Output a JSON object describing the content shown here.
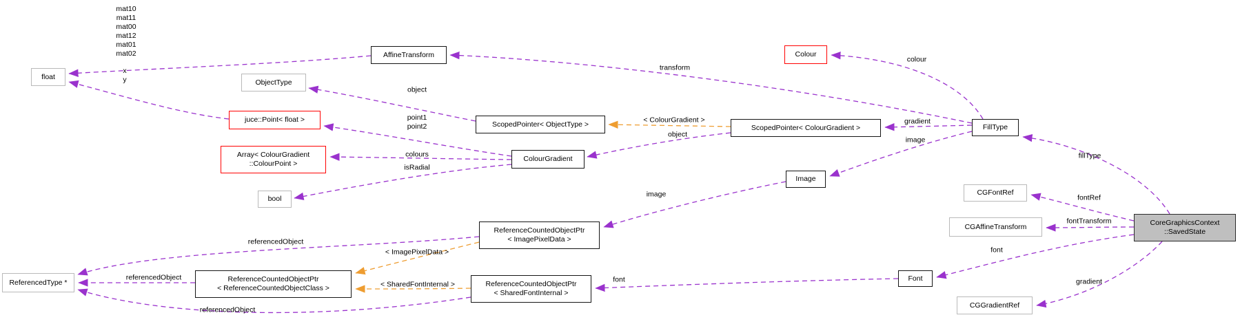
{
  "diagram": {
    "type": "doxygen-collaboration-graph",
    "title": "CoreGraphicsContext::SavedState collaboration diagram",
    "colors": {
      "usage_edge": "#9a32cd",
      "template_edge": "#ee9d31",
      "node_border": "#141414",
      "external_node_border": "#b9b9b9",
      "truncated_node_border": "#ff0000",
      "current_node_fill": "#bfbfbf",
      "node_fill": "#ffffff",
      "background": "#ffffff",
      "text": "#000000"
    },
    "nodes": [
      {
        "id": "float",
        "label": "float",
        "style": "external"
      },
      {
        "id": "object-type",
        "label": "ObjectType",
        "style": "external"
      },
      {
        "id": "juce-point-float",
        "label": "juce::Point< float >",
        "style": "truncated"
      },
      {
        "id": "array-colour-point",
        "label": "Array< ColourGradient\n::ColourPoint >",
        "style": "truncated"
      },
      {
        "id": "bool",
        "label": "bool",
        "style": "external"
      },
      {
        "id": "affine-transform",
        "label": "AffineTransform",
        "style": "normal"
      },
      {
        "id": "scoped-pointer-object-type",
        "label": "ScopedPointer< ObjectType >",
        "style": "normal"
      },
      {
        "id": "colour-gradient",
        "label": "ColourGradient",
        "style": "normal"
      },
      {
        "id": "scoped-pointer-colour-gradient",
        "label": "ScopedPointer< ColourGradient >",
        "style": "normal"
      },
      {
        "id": "colour",
        "label": "Colour",
        "style": "truncated"
      },
      {
        "id": "fill-type",
        "label": "FillType",
        "style": "normal"
      },
      {
        "id": "image",
        "label": "Image",
        "style": "normal"
      },
      {
        "id": "ref-ptr-image-pixel-data",
        "label": "ReferenceCountedObjectPtr\n< ImagePixelData >",
        "style": "normal"
      },
      {
        "id": "ref-ptr-ref-counted-object-class",
        "label": "ReferenceCountedObjectPtr\n< ReferenceCountedObjectClass >",
        "style": "normal"
      },
      {
        "id": "ref-ptr-shared-font-internal",
        "label": "ReferenceCountedObjectPtr\n< SharedFontInternal >",
        "style": "normal"
      },
      {
        "id": "referenced-type",
        "label": "ReferencedType *",
        "style": "external"
      },
      {
        "id": "cg-font-ref",
        "label": "CGFontRef",
        "style": "external"
      },
      {
        "id": "cg-affine-transform",
        "label": "CGAffineTransform",
        "style": "external"
      },
      {
        "id": "font",
        "label": "Font",
        "style": "normal"
      },
      {
        "id": "cg-gradient-ref",
        "label": "CGGradientRef",
        "style": "external"
      },
      {
        "id": "saved-state",
        "label": "CoreGraphicsContext\n::SavedState",
        "style": "current"
      }
    ],
    "edges": [
      {
        "id": "e-mats",
        "from": "affine-transform",
        "to": "float",
        "label": "mat10\nmat11\nmat00\nmat12\nmat01\nmat02",
        "kind": "usage"
      },
      {
        "id": "e-xy",
        "from": "juce-point-float",
        "to": "float",
        "label": "x\ny",
        "kind": "usage"
      },
      {
        "id": "e-object1",
        "from": "scoped-pointer-object-type",
        "to": "object-type",
        "label": "object",
        "kind": "usage"
      },
      {
        "id": "e-points",
        "from": "colour-gradient",
        "to": "juce-point-float",
        "label": "point1\npoint2",
        "kind": "usage"
      },
      {
        "id": "e-colours",
        "from": "colour-gradient",
        "to": "array-colour-point",
        "label": "colours",
        "kind": "usage"
      },
      {
        "id": "e-isradial",
        "from": "colour-gradient",
        "to": "bool",
        "label": "isRadial",
        "kind": "usage"
      },
      {
        "id": "e-tmpl-colourgradient",
        "from": "scoped-pointer-colour-gradient",
        "to": "scoped-pointer-object-type",
        "label": "< ColourGradient >",
        "kind": "template"
      },
      {
        "id": "e-object2",
        "from": "scoped-pointer-colour-gradient",
        "to": "colour-gradient",
        "label": "object",
        "kind": "usage"
      },
      {
        "id": "e-transform",
        "from": "fill-type",
        "to": "affine-transform",
        "label": "transform",
        "kind": "usage"
      },
      {
        "id": "e-colour",
        "from": "fill-type",
        "to": "colour",
        "label": "colour",
        "kind": "usage"
      },
      {
        "id": "e-gradient1",
        "from": "fill-type",
        "to": "scoped-pointer-colour-gradient",
        "label": "gradient",
        "kind": "usage"
      },
      {
        "id": "e-image1",
        "from": "fill-type",
        "to": "image",
        "label": "image",
        "kind": "usage"
      },
      {
        "id": "e-image2",
        "from": "image",
        "to": "ref-ptr-image-pixel-data",
        "label": "image",
        "kind": "usage"
      },
      {
        "id": "e-refobj-top",
        "from": "ref-ptr-image-pixel-data",
        "to": "referenced-type",
        "label": "referencedObject",
        "kind": "usage"
      },
      {
        "id": "e-refobj-mid",
        "from": "ref-ptr-ref-counted-object-class",
        "to": "referenced-type",
        "label": "referencedObject",
        "kind": "usage"
      },
      {
        "id": "e-refobj-bottom",
        "from": "ref-ptr-shared-font-internal",
        "to": "referenced-type",
        "label": "referencedObject",
        "kind": "usage"
      },
      {
        "id": "e-tmpl-imagepixeldata",
        "from": "ref-ptr-image-pixel-data",
        "to": "ref-ptr-ref-counted-object-class",
        "label": "< ImagePixelData >",
        "kind": "template"
      },
      {
        "id": "e-tmpl-sharedfontinternal",
        "from": "ref-ptr-shared-font-internal",
        "to": "ref-ptr-ref-counted-object-class",
        "label": "< SharedFontInternal >",
        "kind": "template"
      },
      {
        "id": "e-font2",
        "from": "font",
        "to": "ref-ptr-shared-font-internal",
        "label": "font",
        "kind": "usage"
      },
      {
        "id": "e-filltype",
        "from": "saved-state",
        "to": "fill-type",
        "label": "fillType",
        "kind": "usage"
      },
      {
        "id": "e-fontref",
        "from": "saved-state",
        "to": "cg-font-ref",
        "label": "fontRef",
        "kind": "usage"
      },
      {
        "id": "e-fonttransform",
        "from": "saved-state",
        "to": "cg-affine-transform",
        "label": "fontTransform",
        "kind": "usage"
      },
      {
        "id": "e-font1",
        "from": "saved-state",
        "to": "font",
        "label": "font",
        "kind": "usage"
      },
      {
        "id": "e-gradient2",
        "from": "saved-state",
        "to": "cg-gradient-ref",
        "label": "gradient",
        "kind": "usage"
      }
    ]
  }
}
